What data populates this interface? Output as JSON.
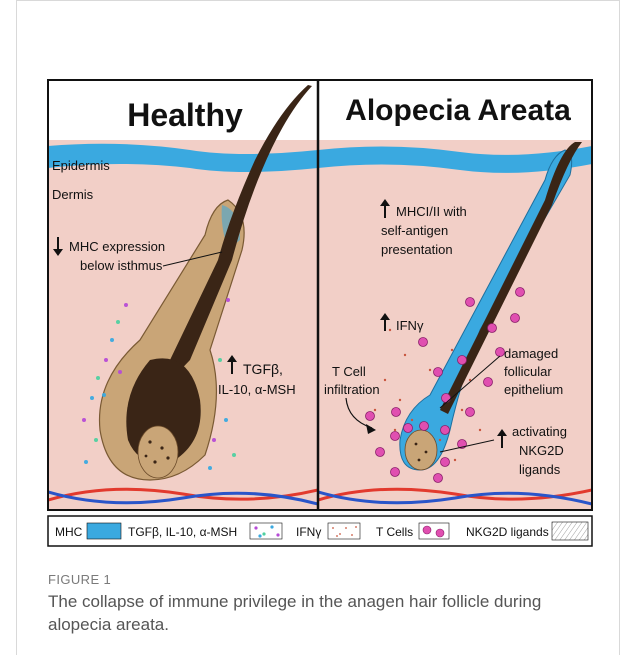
{
  "panels": {
    "left_title": "Healthy",
    "right_title": "Alopecia Areata"
  },
  "left_labels": {
    "epidermis": "Epidermis",
    "dermis": "Dermis",
    "mhc_line1": "MHC expression",
    "mhc_line2": "below isthmus",
    "tgf_line1": "TGFβ,",
    "tgf_line2": "IL-10, α-MSH"
  },
  "right_labels": {
    "mhc_line1": "MHCI/II with",
    "mhc_line2": "self-antigen",
    "mhc_line3": "presentation",
    "ifn": "IFNγ",
    "tcell_line1": "T Cell",
    "tcell_line2": "infiltration",
    "damaged_line1": "damaged",
    "damaged_line2": "follicular",
    "damaged_line3": "epithelium",
    "nkg_line1": "activating",
    "nkg_line2": "NKG2D",
    "nkg_line3": "ligands"
  },
  "legend": {
    "mhc": "MHC",
    "tgf": "TGFβ, IL-10, α-MSH",
    "ifn": "IFNγ",
    "tcells": "T Cells",
    "nkg2d": "NKG2D ligands"
  },
  "colors": {
    "skin": "#f2cfc7",
    "epidermis": "#3aa9e0",
    "sheath": "#c9a577",
    "hair": "#3a2516",
    "tcell": "#e04fb0",
    "vessel_red": "#e23a2e",
    "vessel_blue": "#2a55c9"
  },
  "caption": {
    "label": "FIGURE 1",
    "text": "The collapse of immune privilege in the anagen hair follicle during alopecia areata."
  }
}
